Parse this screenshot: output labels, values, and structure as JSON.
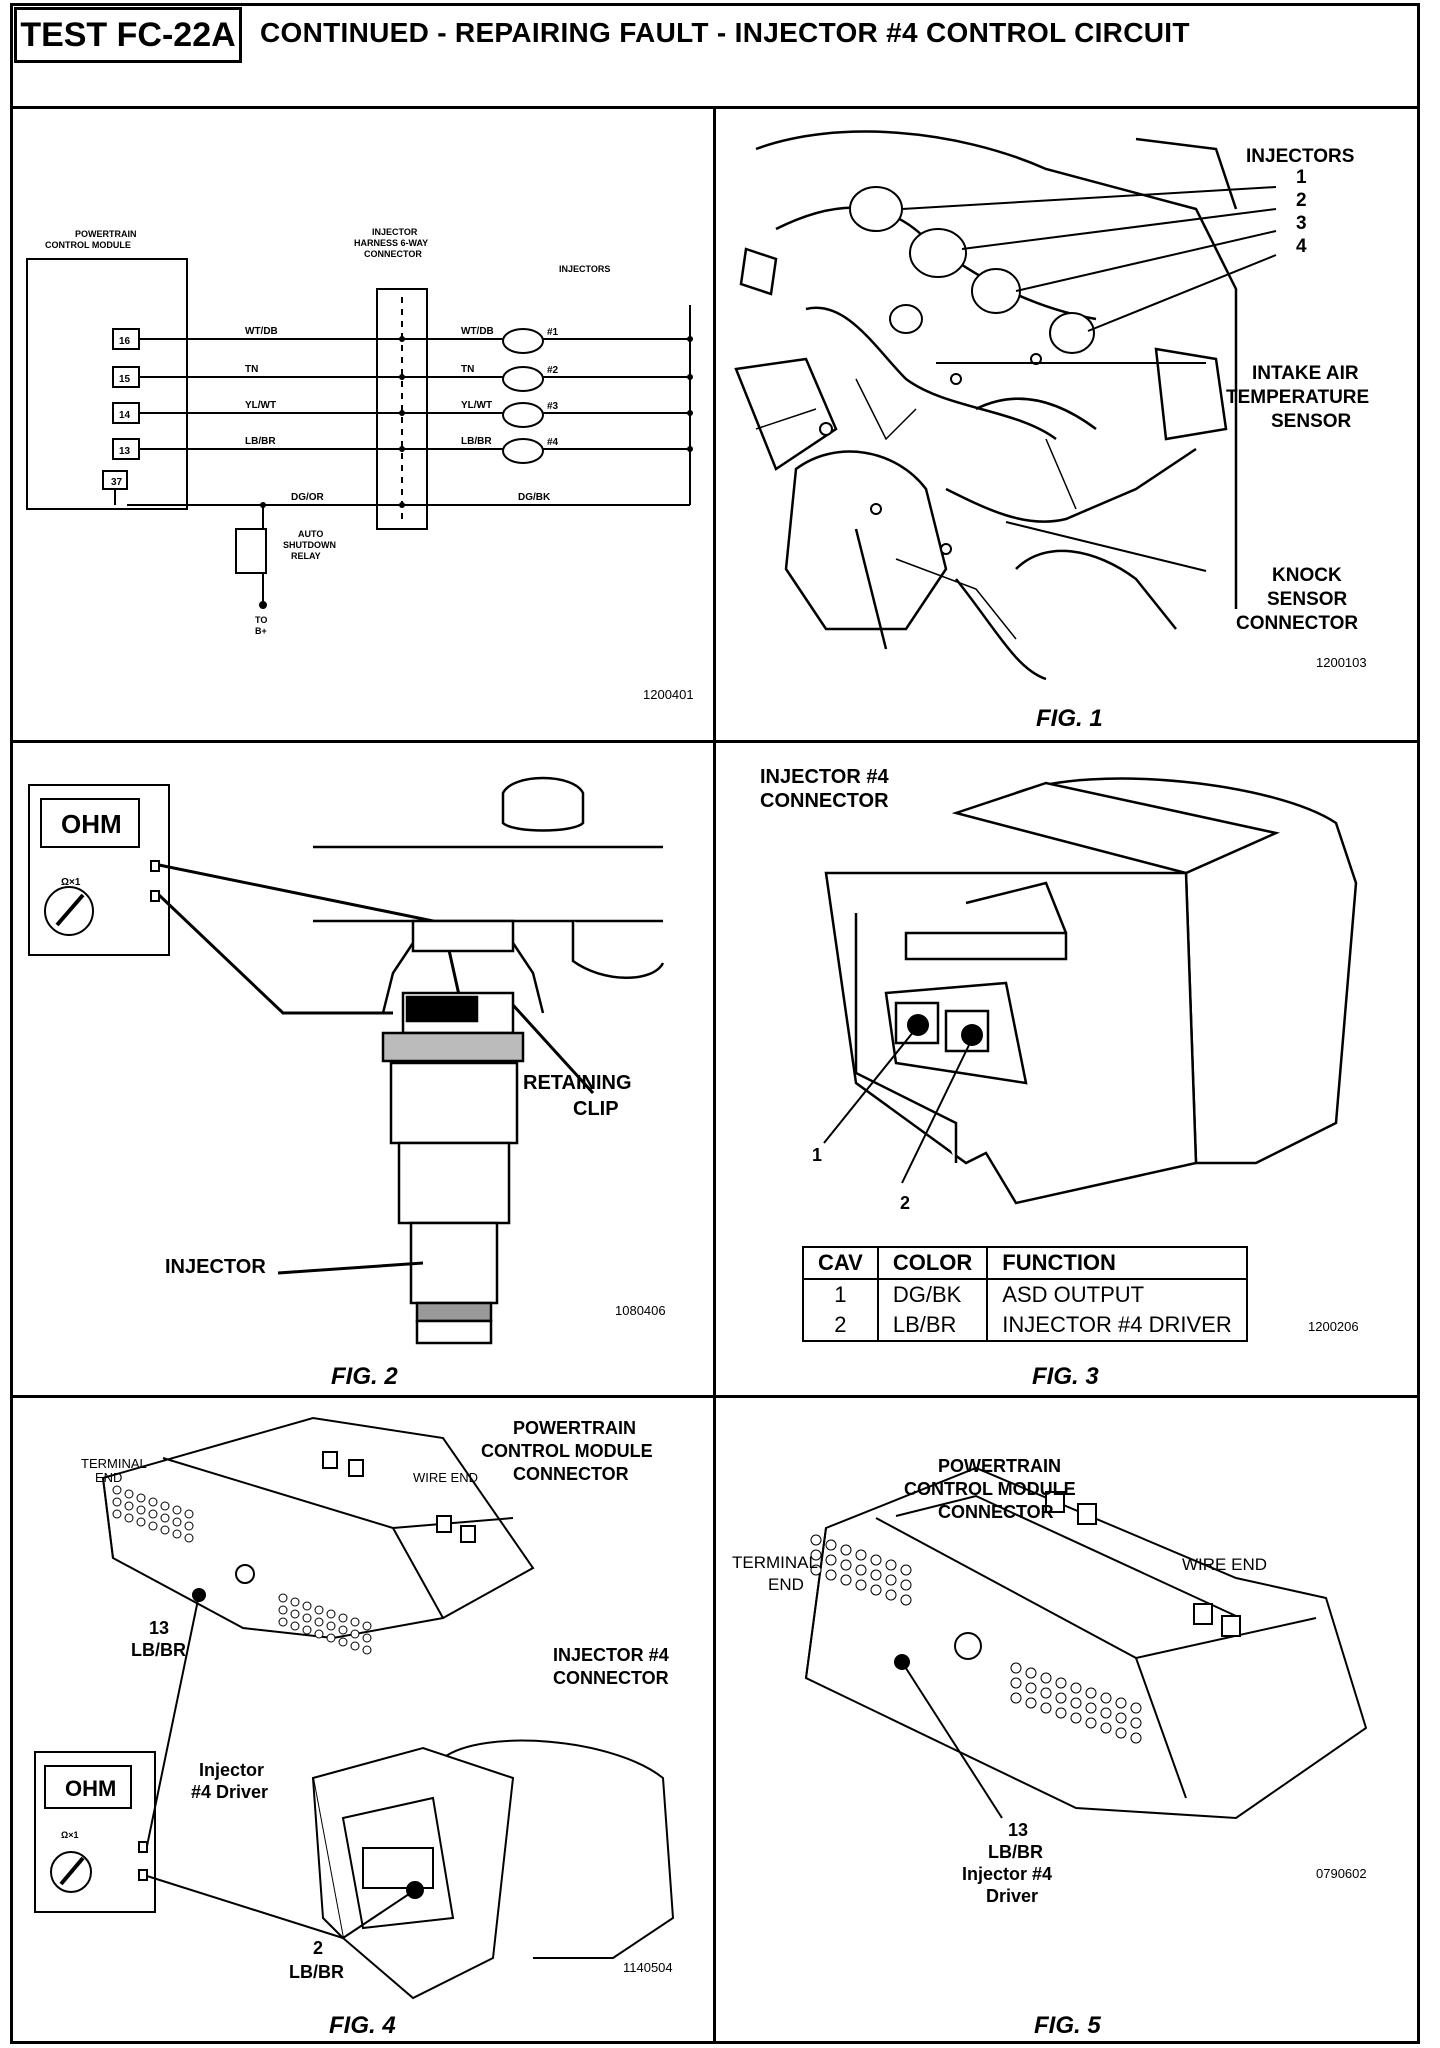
{
  "header": {
    "test_id": "TEST FC-22A",
    "title": "CONTINUED - REPAIRING FAULT - INJECTOR #4 CONTROL CIRCUIT"
  },
  "schematic": {
    "pcm_label": [
      "POWERTRAIN",
      "CONTROL MODULE"
    ],
    "connector_label": [
      "INJECTOR",
      "HARNESS 6-WAY",
      "CONNECTOR"
    ],
    "injectors_label": "INJECTORS",
    "pins": [
      "16",
      "15",
      "14",
      "13"
    ],
    "ground_pin": "37",
    "wires_left": [
      "WT/DB",
      "TN",
      "YL/WT",
      "LB/BR"
    ],
    "wires_right": [
      "WT/DB",
      "TN",
      "YL/WT",
      "LB/BR"
    ],
    "injector_nums": [
      "#1",
      "#2",
      "#3",
      "#4"
    ],
    "ground_left": "DG/OR",
    "ground_right": "DG/BK",
    "relay_label": [
      "AUTO",
      "SHUTDOWN",
      "RELAY"
    ],
    "to_label": [
      "TO",
      "B+"
    ],
    "ref": "1200401"
  },
  "fig1": {
    "labels": {
      "injectors": "INJECTORS",
      "n1": "1",
      "n2": "2",
      "n3": "3",
      "n4": "4",
      "iat": [
        "INTAKE AIR",
        "TEMPERATURE",
        "SENSOR"
      ],
      "knock": [
        "KNOCK",
        "SENSOR",
        "CONNECTOR"
      ]
    },
    "ref": "1200103",
    "caption": "FIG. 1"
  },
  "fig2": {
    "meter": "OHM",
    "range": "Ω×1",
    "retaining": [
      "RETAINING",
      "CLIP"
    ],
    "injector": "INJECTOR",
    "ref": "1080406",
    "caption": "FIG. 2"
  },
  "fig3": {
    "title": [
      "INJECTOR #4",
      "CONNECTOR"
    ],
    "pin1": "1",
    "pin2": "2",
    "table": {
      "headers": [
        "CAV",
        "COLOR",
        "FUNCTION"
      ],
      "rows": [
        [
          "1",
          "DG/BK",
          "ASD OUTPUT"
        ],
        [
          "2",
          "LB/BR",
          "INJECTOR #4 DRIVER"
        ]
      ]
    },
    "ref": "1200206",
    "caption": "FIG. 3"
  },
  "fig4": {
    "pcm": [
      "POWERTRAIN",
      "CONTROL MODULE",
      "CONNECTOR"
    ],
    "terminal": [
      "TERMINAL",
      "END"
    ],
    "wire_end": "WIRE END",
    "pin13": [
      "13",
      "LB/BR"
    ],
    "inj": [
      "INJECTOR #4",
      "CONNECTOR"
    ],
    "driver": [
      "Injector",
      "#4 Driver"
    ],
    "pin2": [
      "2",
      "LB/BR"
    ],
    "meter": "OHM",
    "range": "Ω×1",
    "ref": "1140504",
    "caption": "FIG. 4"
  },
  "fig5": {
    "pcm": [
      "POWERTRAIN",
      "CONTROL MODULE",
      "CONNECTOR"
    ],
    "terminal": [
      "TERMINAL",
      "END"
    ],
    "wire_end": "WIRE END",
    "pin13": [
      "13",
      "LB/BR",
      "Injector #4",
      "Driver"
    ],
    "ref": "0790602",
    "caption": "FIG. 5"
  }
}
